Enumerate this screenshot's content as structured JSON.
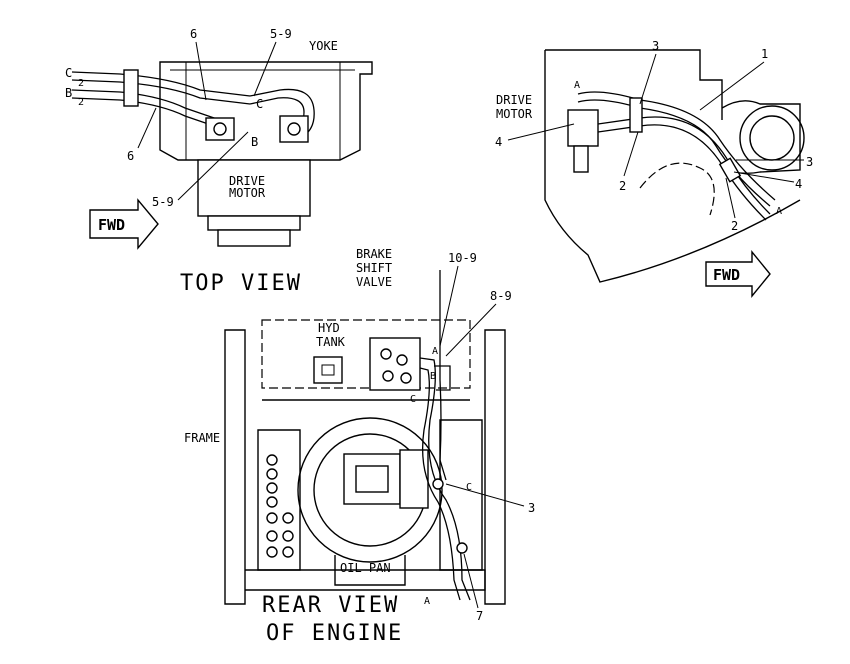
{
  "top_view": {
    "title": "TOP VIEW",
    "labels": {
      "yoke": "YOKE",
      "drive_motor_1": "DRIVE",
      "drive_motor_2": "MOTOR",
      "callout_6_top": "6",
      "callout_59_top": "5-9",
      "callout_6_left": "6",
      "callout_59_bottom": "5-9",
      "port_c_left": "C",
      "port_b_left": "B",
      "port_c_motor": "C",
      "port_b_motor": "B",
      "port_c2_left": "2",
      "port_b2_left": "2"
    },
    "fwd": "FWD"
  },
  "side_view": {
    "labels": {
      "drive_motor_1": "DRIVE",
      "drive_motor_2": "MOTOR",
      "callout_1": "1",
      "callout_3_top": "3",
      "callout_3_right": "3",
      "callout_4_left": "4",
      "callout_4_right": "4",
      "callout_2_left": "2",
      "callout_2_right": "2",
      "port_a_top": "A",
      "port_a_bottom": "A"
    },
    "fwd": "FWD"
  },
  "rear_view": {
    "title_line1": "REAR VIEW",
    "title_line2": "OF ENGINE",
    "labels": {
      "brake_1": "BRAKE",
      "brake_2": "SHIFT",
      "brake_3": "VALVE",
      "hyd_1": "HYD",
      "hyd_2": "TANK",
      "frame": "FRAME",
      "oil_pan": "OIL PAN",
      "callout_109": "10-9",
      "callout_89": "8-9",
      "callout_3": "3",
      "callout_7": "7",
      "port_a_valve": "A",
      "port_b_valve": "B",
      "port_c_valve": "C",
      "port_c_pump": "C",
      "port_a_bottom": "A"
    }
  }
}
